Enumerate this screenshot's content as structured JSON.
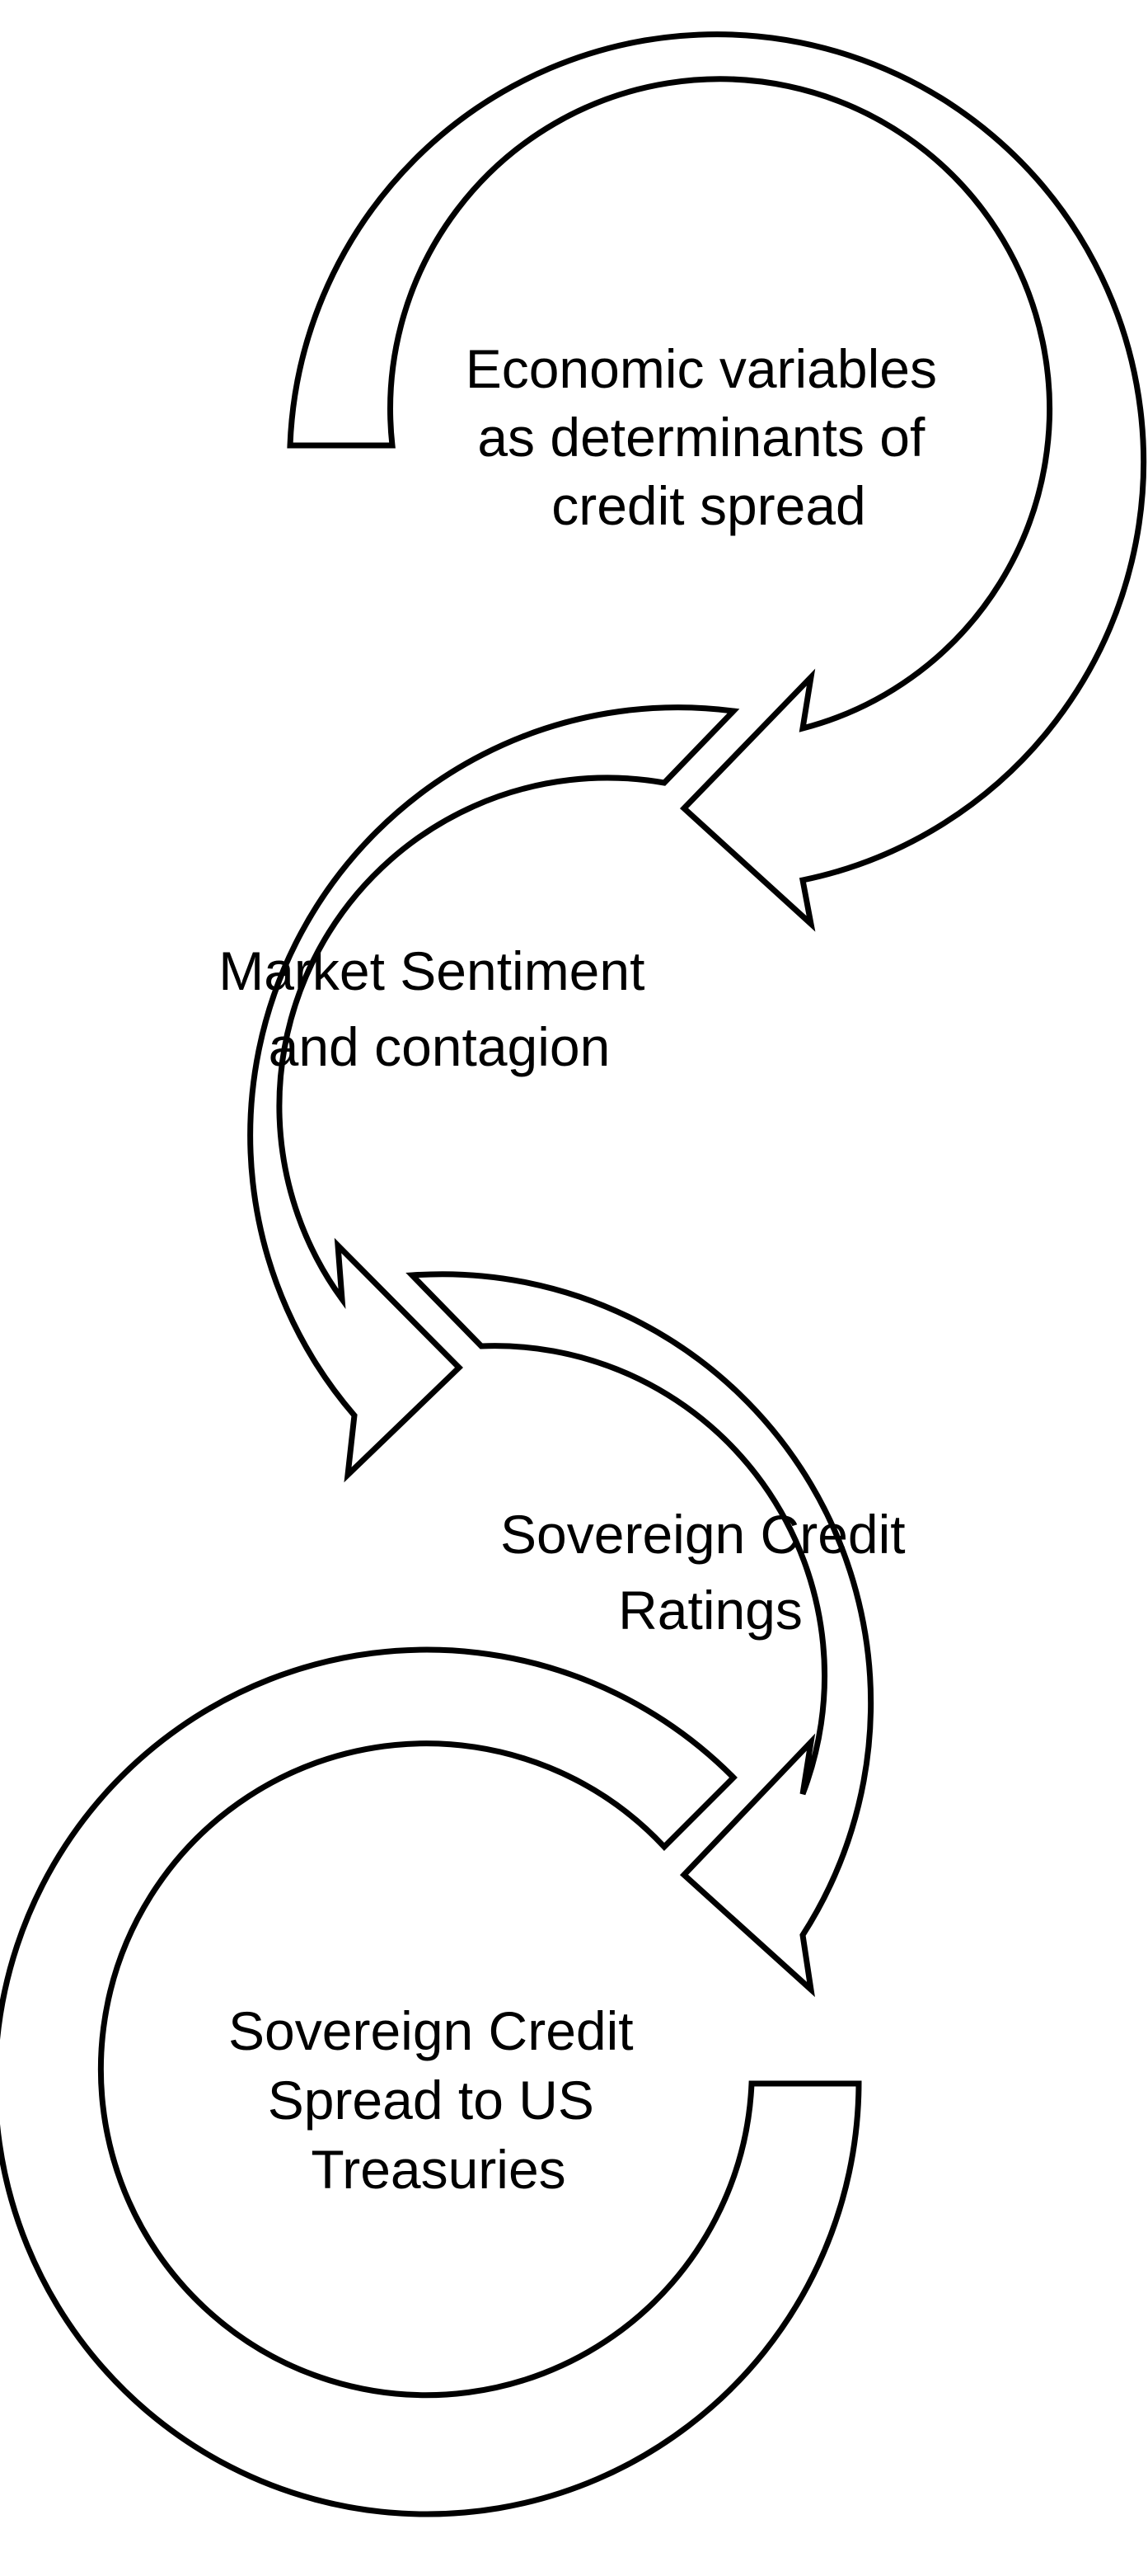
{
  "diagram": {
    "type": "circular-arrow-process",
    "stroke_color": "#000000",
    "fill_color": "#ffffff",
    "background": "#ffffff",
    "stages": [
      {
        "lines": [
          "Economic variables",
          "as determinants of",
          "credit spread"
        ]
      },
      {
        "lines": [
          "Market Sentiment",
          "and contagion"
        ]
      },
      {
        "lines": [
          "Sovereign Credit",
          "Ratings"
        ]
      },
      {
        "lines": [
          "Sovereign Credit",
          "Spread to US",
          "Treasuries"
        ]
      }
    ]
  }
}
